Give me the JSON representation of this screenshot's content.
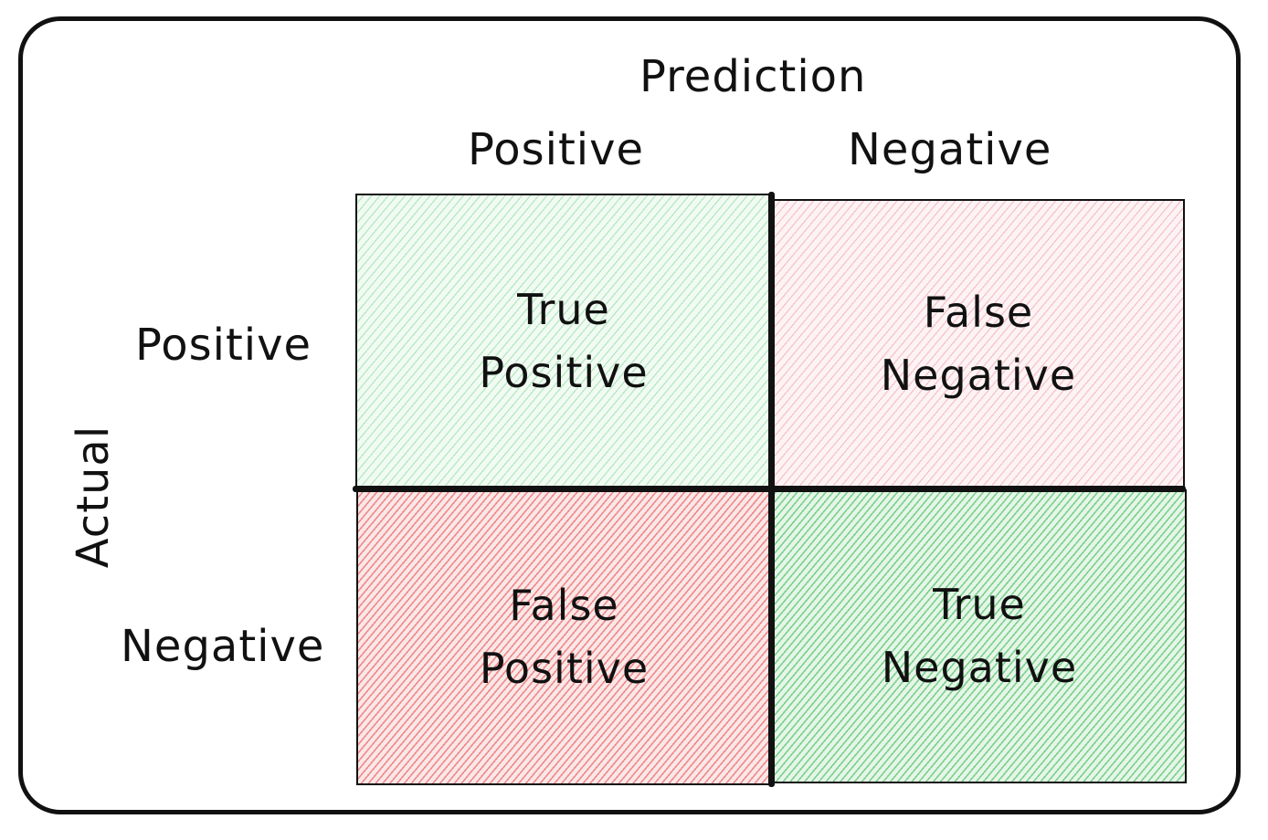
{
  "prediction_title": "Prediction",
  "actual_title": "Actual",
  "columns": [
    "Positive",
    "Negative"
  ],
  "rows": [
    "Positive",
    "Negative"
  ],
  "cells": {
    "true_positive": [
      "True",
      "Positive"
    ],
    "false_negative": [
      "False",
      "Negative"
    ],
    "false_positive": [
      "False",
      "Positive"
    ],
    "true_negative": [
      "True",
      "Negative"
    ]
  },
  "colors": {
    "true_positive_fill": "#b6e8c0",
    "false_negative_fill": "#f5c4c9",
    "false_positive_fill": "#ee8a8a",
    "true_negative_fill": "#7cd08c",
    "stroke": "#111111"
  }
}
